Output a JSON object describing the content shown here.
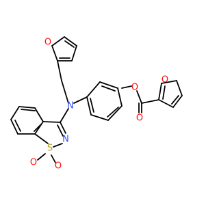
{
  "colors": {
    "bond": "#000000",
    "oxygen": "#FF0D0D",
    "nitrogen": "#3050F8",
    "sulfur": "#B2A216",
    "background": "#FFFFFF"
  },
  "atoms": {
    "o_furan_top": "O",
    "n_amine": "N",
    "o_ester": "O",
    "o_carbonyl": "O",
    "o_furan_right": "O",
    "n_ring": "N",
    "s_ring": "S",
    "o_sulfonyl_a": "O",
    "o_sulfonyl_b": "O"
  }
}
